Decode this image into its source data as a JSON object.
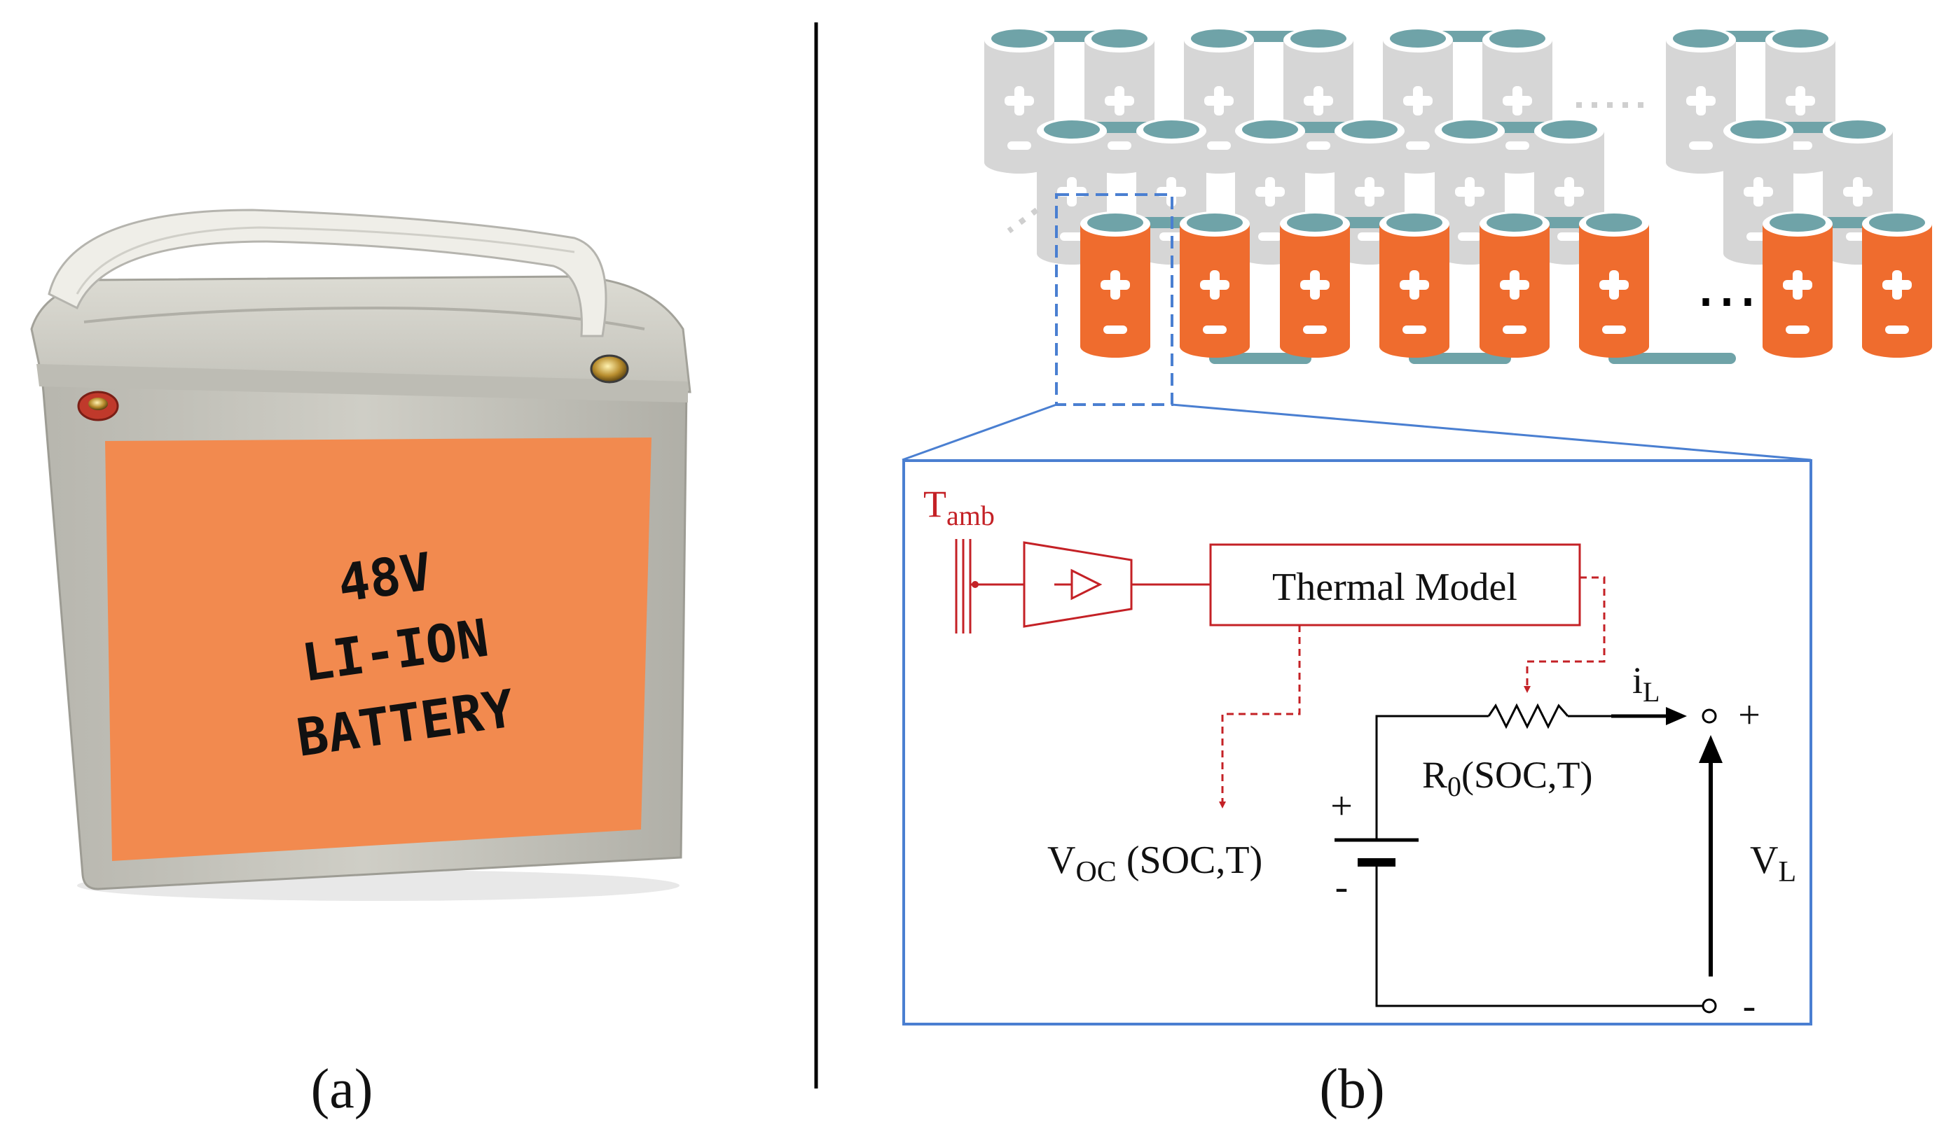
{
  "panel_a": {
    "caption": "(a)",
    "label_line1": "48V",
    "label_line2": "LI-ION",
    "label_line3": "BATTERY"
  },
  "panel_b": {
    "caption": "(b)",
    "ellipsis": "⋯",
    "t_amb_base": "T",
    "t_amb_sub": "amb",
    "thermal_model": "Thermal Model",
    "il_base": "i",
    "il_sub": "L",
    "r0_base": "R",
    "r0_sub": "0",
    "r0_args": "(SOC,T)",
    "voc_base": "V",
    "voc_sub": "OC",
    "voc_args": " (SOC,T)",
    "vl_base": "V",
    "vl_sub": "L",
    "plus": "+",
    "minus": "-"
  },
  "colors": {
    "cell_orange": "#ef6c2e",
    "cell_grey": "#d6d6d6",
    "cell_teal": "#6fa3a8",
    "label_orange": "#f28a4f",
    "thermal_red": "#c42126",
    "frame_blue": "#4a7fd1",
    "dash_blue": "#4a7fd1"
  }
}
